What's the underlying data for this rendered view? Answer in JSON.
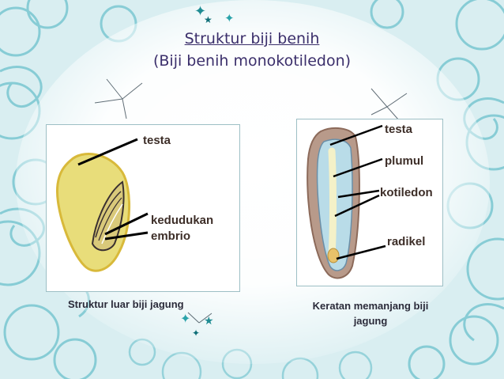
{
  "title": {
    "line1": "Struktur biji benih",
    "line2": "(Biji benih monokotiledon)"
  },
  "left_figure": {
    "labels": {
      "testa": "testa",
      "kedudukan": "kedudukan",
      "embrio": "embrio"
    },
    "caption": "Struktur luar biji jagung"
  },
  "right_figure": {
    "labels": {
      "testa": "testa",
      "plumul": "plumul",
      "kotiledon": "kotiledon",
      "radikel": "radikel"
    },
    "caption": "Keratan memanjang biji jagung"
  },
  "colors": {
    "background_teal": "#7fc9d3",
    "title_color": "#3b2f6b",
    "star_color": "#1f8c93"
  },
  "decor_icons": [
    "star-icon",
    "swirl-pattern"
  ]
}
